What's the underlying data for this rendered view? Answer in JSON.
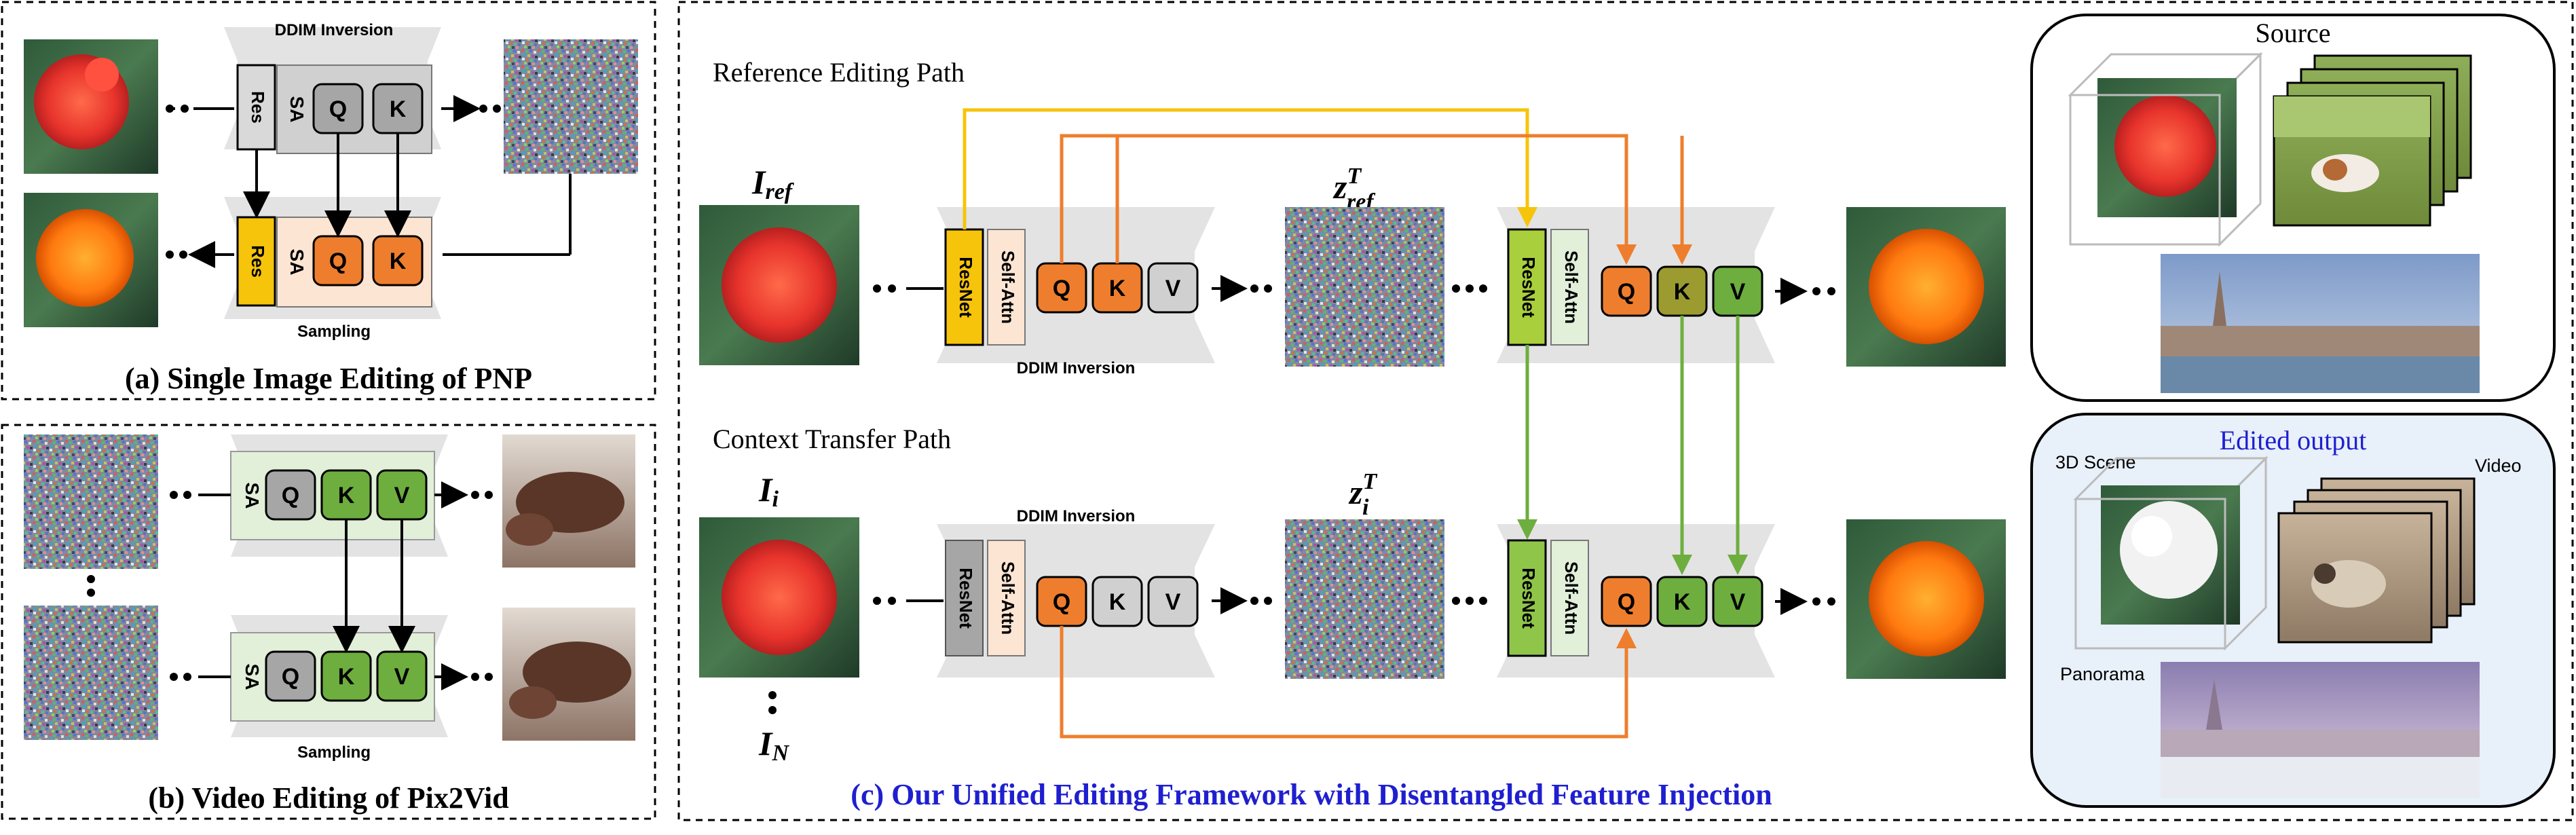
{
  "panels": {
    "a": {
      "caption": "(a) Single Image Editing of PNP",
      "top_label": "DDIM Inversion",
      "bottom_label": "Sampling",
      "res": "Res",
      "sa": "SA",
      "q": "Q",
      "k": "K"
    },
    "b": {
      "caption": "(b) Video Editing of Pix2Vid",
      "bottom_label": "Sampling",
      "sa": "SA",
      "q": "Q",
      "k": "K",
      "v": "V"
    },
    "c": {
      "caption": "(c) Our Unified Editing Framework with Disentangled Feature Injection",
      "ref_path_label": "Reference Editing Path",
      "ctx_path_label": "Context Transfer Path",
      "i_ref": "I",
      "i_ref_sub": "ref",
      "z_ref": "z",
      "z_ref_sup": "T",
      "z_ref_sub": "ref",
      "i_i": "I",
      "i_i_sub": "i",
      "z_i": "z",
      "z_i_sup": "T",
      "z_i_sub": "i",
      "i_n": "I",
      "i_n_sub": "N",
      "ddim_ref": "DDIM Inversion",
      "ddim_ctx": "DDIM Inversion",
      "resnet": "ResNet",
      "self_attn": "Self-Attn",
      "q": "Q",
      "k": "K",
      "v": "V"
    },
    "d": {
      "source_title": "Source",
      "edited_title": "Edited output",
      "label_3d": "3D Scene",
      "label_video": "Video",
      "label_panorama": "Panorama"
    }
  },
  "colors": {
    "yellow": "#F6C40B",
    "orange": "#EE7E2D",
    "green": "#6DAE3F",
    "gray_box": "#A6A6A6",
    "blue_caption": "#1F1FD0"
  }
}
